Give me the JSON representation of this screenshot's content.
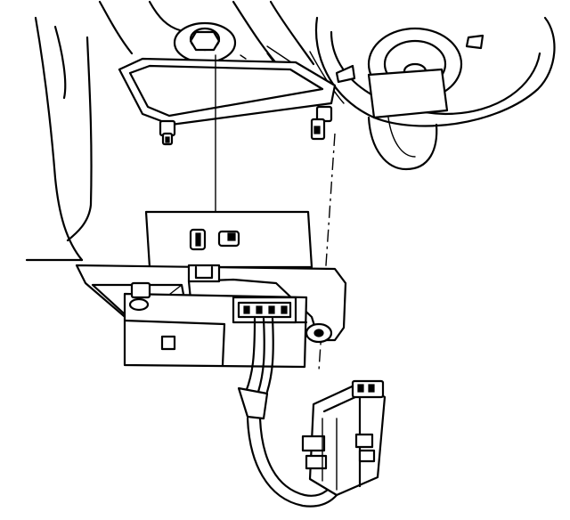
{
  "figure": {
    "type": "exploded-view line drawing",
    "parts": [
      "mounting-surface-housing",
      "blower-motor-housing",
      "mounting-bolt",
      "mounting-studs",
      "mounting-gasket-plate",
      "blower-motor-resistor-module",
      "wiring-harness",
      "electrical-connector"
    ],
    "line_color": "#000000",
    "background_color": "#ffffff"
  }
}
